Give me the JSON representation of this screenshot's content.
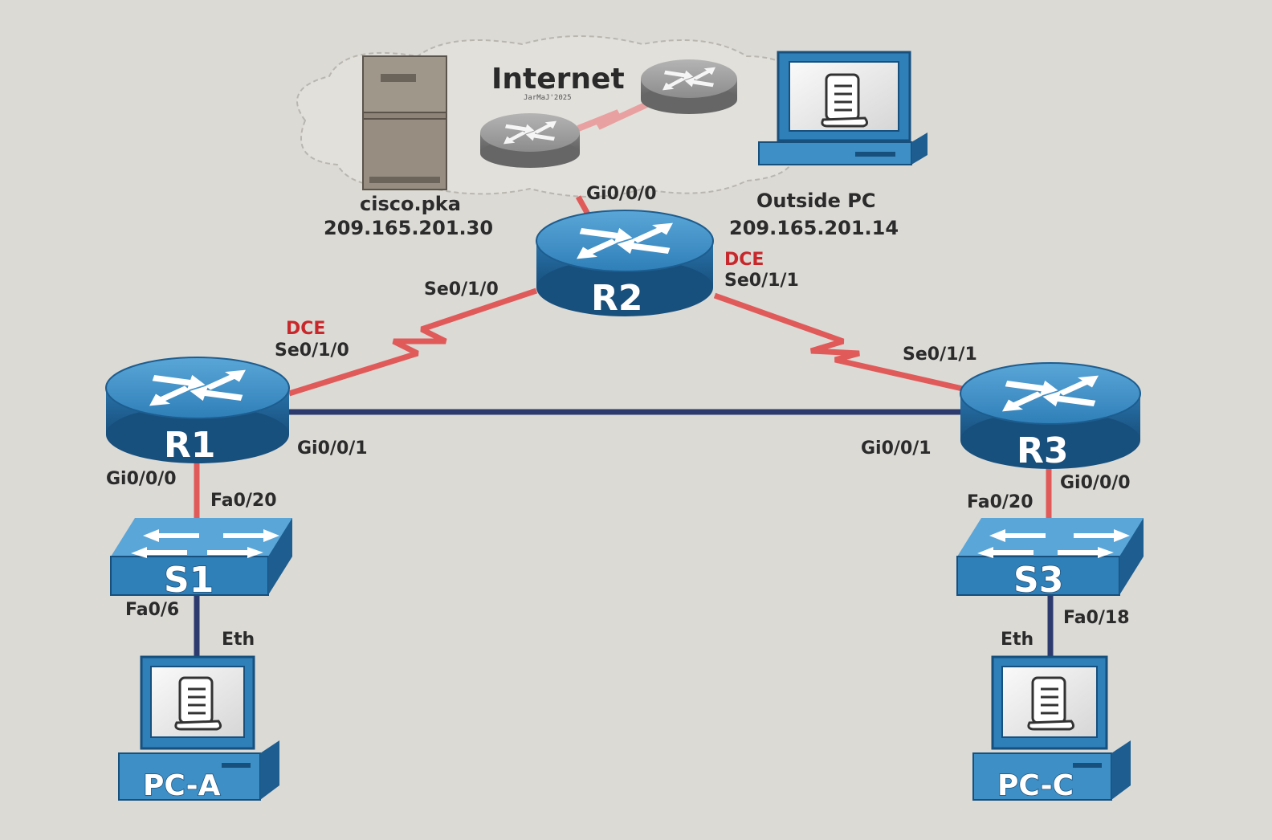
{
  "colors": {
    "background": "#dcdad5",
    "serial_link": "#e05a5a",
    "ethernet_link": "#2d3a6e",
    "device_blue": "#3d8fc6",
    "device_dark": "#1d5d8f",
    "dce_label": "#c8282c",
    "cloud_router": "#9a9a9a",
    "server": "#8c8276"
  },
  "cloud": {
    "title": "Internet",
    "watermark": "JarMaJ'2025"
  },
  "devices": {
    "server": {
      "name": "cisco.pka",
      "ip": "209.165.201.30",
      "icon": "server-icon"
    },
    "outside_pc": {
      "name": "Outside PC",
      "ip": "209.165.201.14",
      "icon": "pc-icon"
    },
    "r1": {
      "name": "R1",
      "icon": "router-icon"
    },
    "r2": {
      "name": "R2",
      "icon": "router-icon"
    },
    "r3": {
      "name": "R3",
      "icon": "router-icon"
    },
    "s1": {
      "name": "S1",
      "icon": "switch-icon"
    },
    "s3": {
      "name": "S3",
      "icon": "switch-icon"
    },
    "pc_a": {
      "name": "PC-A",
      "icon": "pc-icon"
    },
    "pc_c": {
      "name": "PC-C",
      "icon": "pc-icon"
    }
  },
  "ports": {
    "r2_internet": "Gi0/0/0",
    "r2_to_r1": "Se0/1/0",
    "r2_dce": "DCE",
    "r2_to_r3": "Se0/1/1",
    "r1_dce": "DCE",
    "r1_to_r2": "Se0/1/0",
    "r3_to_r2": "Se0/1/1",
    "r1_to_r3": "Gi0/0/1",
    "r3_to_r1": "Gi0/0/1",
    "r1_to_s1": "Gi0/0/0",
    "s1_to_r1": "Fa0/20",
    "s1_to_pca": "Fa0/6",
    "pca_eth": "Eth",
    "r3_to_s3": "Gi0/0/0",
    "s3_to_r3": "Fa0/20",
    "s3_to_pcc": "Fa0/18",
    "pcc_eth": "Eth"
  }
}
